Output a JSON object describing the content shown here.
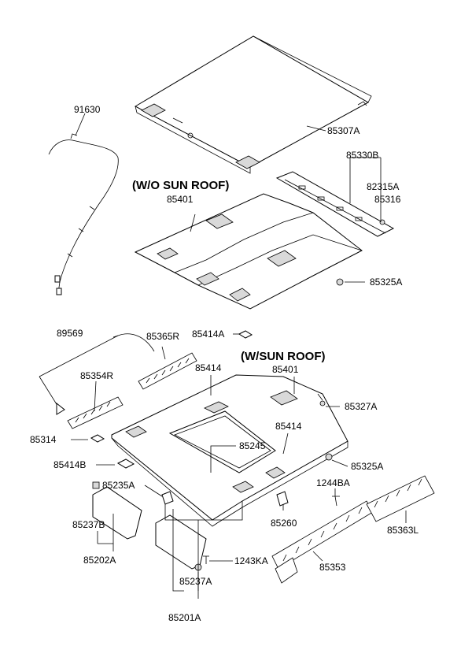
{
  "headings": {
    "without_sunroof": "(W/O SUN ROOF)",
    "with_sunroof": "(W/SUN ROOF)"
  },
  "parts": {
    "p91630": "91630",
    "p85307A": "85307A",
    "p85330B": "85330B",
    "p82315A": "82315A",
    "p85316": "85316",
    "p85401_top": "85401",
    "p85325A_top": "85325A",
    "p89569": "89569",
    "p85365R": "85365R",
    "p85414A": "85414A",
    "p85401_bottom": "85401",
    "p85354R": "85354R",
    "p85414_top": "85414",
    "p85327A": "85327A",
    "p85414_mid": "85414",
    "p85314": "85314",
    "p85245": "85245",
    "p85325A_bottom": "85325A",
    "p85414B": "85414B",
    "p1244BA": "1244BA",
    "p85235A": "85235A",
    "p85363L": "85363L",
    "p85237B": "85237B",
    "p85260": "85260",
    "p85202A": "85202A",
    "p1243KA": "1243KA",
    "p85353": "85353",
    "p85237A": "85237A",
    "p85201A": "85201A"
  }
}
